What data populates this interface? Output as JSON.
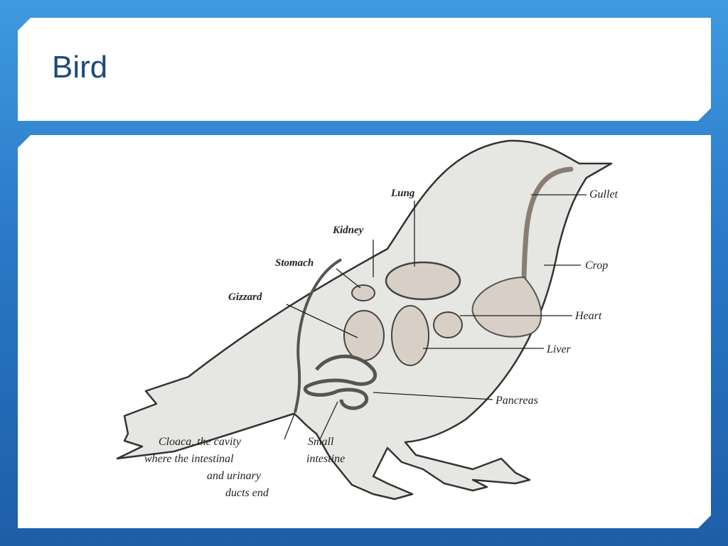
{
  "slide": {
    "title": "Bird"
  },
  "labels": {
    "lung": "Lung",
    "kidney": "Kidney",
    "stomach": "Stomach",
    "gizzard": "Gizzard",
    "gullet": "Gullet",
    "crop": "Crop",
    "heart": "Heart",
    "liver": "Liver",
    "pancreas": "Pancreas",
    "cloaca_line1": "Cloaca, the cavity",
    "cloaca_line2": "where the intestinal",
    "cloaca_line3": "and urinary",
    "cloaca_line4": "ducts end",
    "small_intestine_line1": "Small",
    "small_intestine_line2": "intestine"
  },
  "colors": {
    "background_top": "#3f9ae0",
    "background_bottom": "#1d5ea8",
    "title_color": "#1c4a7a",
    "bird_fill": "#e6e6e3",
    "organ_fill": "#d8cfc6"
  }
}
